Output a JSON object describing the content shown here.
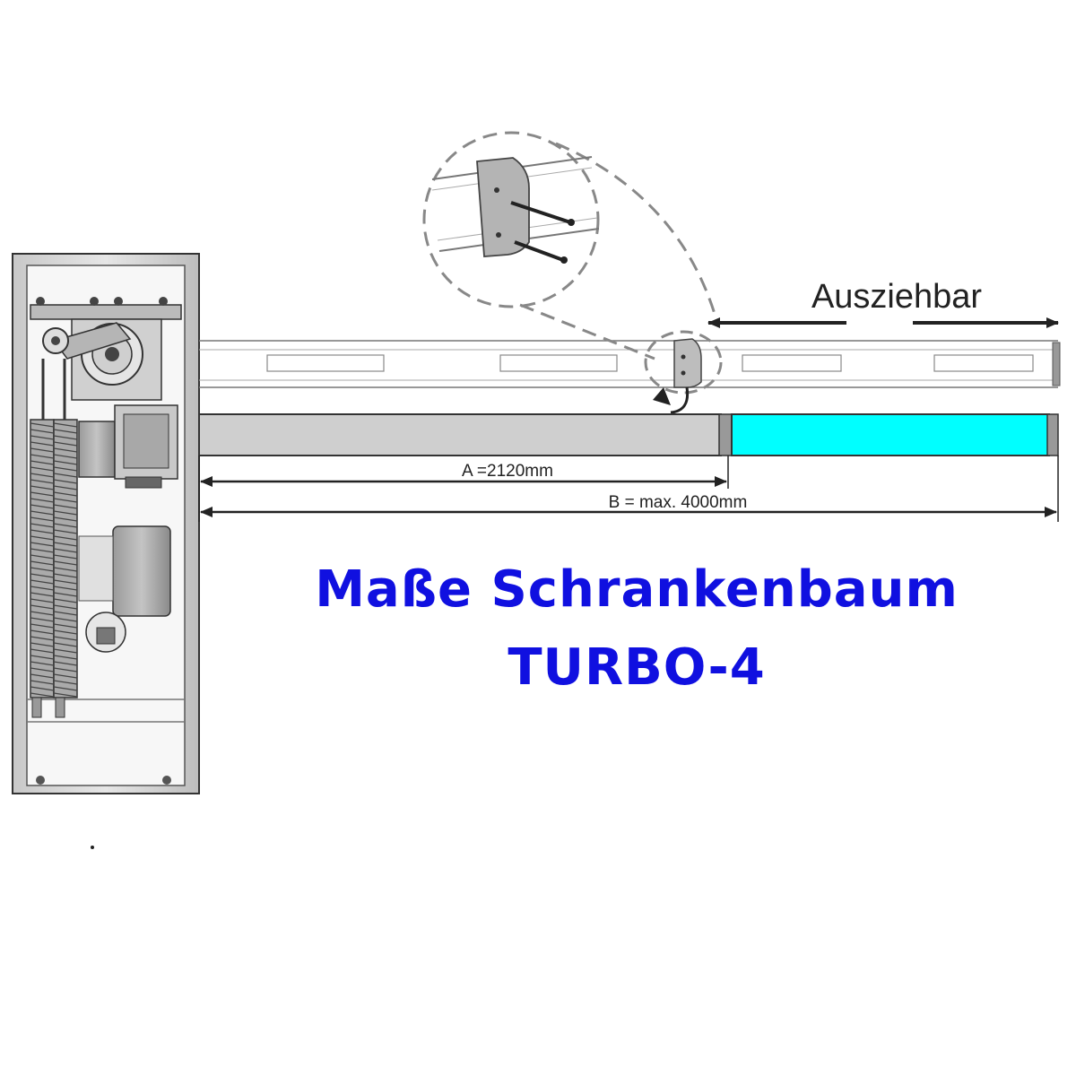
{
  "title": {
    "line1": "Maße Schrankenbaum",
    "line2": "TURBO-4"
  },
  "labels": {
    "extendable": "Ausziehbar",
    "dimension_a": "A =2120mm",
    "dimension_b": "B = max. 4000mm"
  },
  "colors": {
    "title": "#1010e0",
    "fixed_boom": "#cfcfcf",
    "extension_boom": "#00ffff",
    "housing": "#d9d9d9"
  }
}
